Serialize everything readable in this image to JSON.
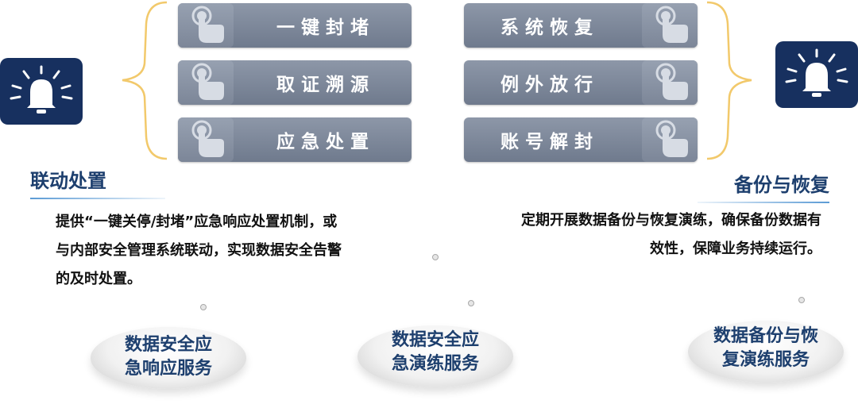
{
  "left": {
    "icon": "alarm-bell-icon",
    "heading": "联动处置",
    "buttons": [
      "一键封堵",
      "取证溯源",
      "应急处置"
    ],
    "desc_lines": [
      "提供“一键关停/封堵”应急响应处置机制，或",
      "与内部安全管理系统联动，实现数据安全告警",
      "的及时处置。"
    ]
  },
  "right": {
    "icon": "alarm-bell-icon",
    "heading": "备份与恢复",
    "buttons": [
      "系统恢复",
      "例外放行",
      "账号解封"
    ],
    "desc_lines": [
      "定期开展数据备份与恢复演练，确保备份数据有",
      "效性，保障业务持续运行。"
    ]
  },
  "services": [
    {
      "line1": "数据安全应",
      "line2": "急响应服务"
    },
    {
      "line1": "数据安全应",
      "line2": "急演练服务"
    },
    {
      "line1": "数据备份与恢",
      "line2": "复演练服务"
    }
  ],
  "colors": {
    "bell_box": "#17305f",
    "button": "#7b8598",
    "heading": "#1d3f6e",
    "bracket": "#f2c96b"
  }
}
